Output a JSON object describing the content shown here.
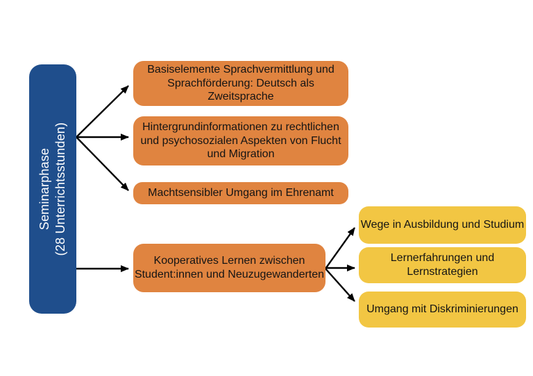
{
  "palette": {
    "phase_blue": "#1F4E8C",
    "topic_orange": "#E08440",
    "subtopic_yellow": "#F2C643",
    "arrow_black": "#000000",
    "text_dark": "#141414",
    "text_light": "#FFFFFF",
    "background": "#FFFFFF"
  },
  "diagram": {
    "phase": {
      "label": "Seminarphase\n(28 Unterrichtsstunden)"
    },
    "topics": [
      {
        "label": "Basiselemente Sprachvermittlung und\nSprachförderung: Deutsch als\nZweitsprache"
      },
      {
        "label": "Hintergrundinformationen zu rechtlichen\nund psychosozialen Aspekten von Flucht\nund Migration"
      },
      {
        "label": "Machtsensibler Umgang im Ehrenamt"
      },
      {
        "label": "Kooperatives Lernen zwischen\nStudent:innen und Neuzugewanderten"
      }
    ],
    "subtopics": [
      {
        "label": "Wege in Ausbildung und Studium"
      },
      {
        "label": "Lernerfahrungen und\nLernstrategien"
      },
      {
        "label": "Umgang mit Diskriminierungen"
      }
    ],
    "connections": [
      {
        "from": "phase",
        "to": "topic-basiselemente"
      },
      {
        "from": "phase",
        "to": "topic-hintergrundinformationen"
      },
      {
        "from": "phase",
        "to": "topic-machtsensibler-umgang"
      },
      {
        "from": "phase",
        "to": "topic-kooperatives-lernen"
      },
      {
        "from": "topic-kooperatives-lernen",
        "to": "subtopic-wege"
      },
      {
        "from": "topic-kooperatives-lernen",
        "to": "subtopic-lernerfahrungen"
      },
      {
        "from": "topic-kooperatives-lernen",
        "to": "subtopic-diskriminierungen"
      }
    ]
  }
}
